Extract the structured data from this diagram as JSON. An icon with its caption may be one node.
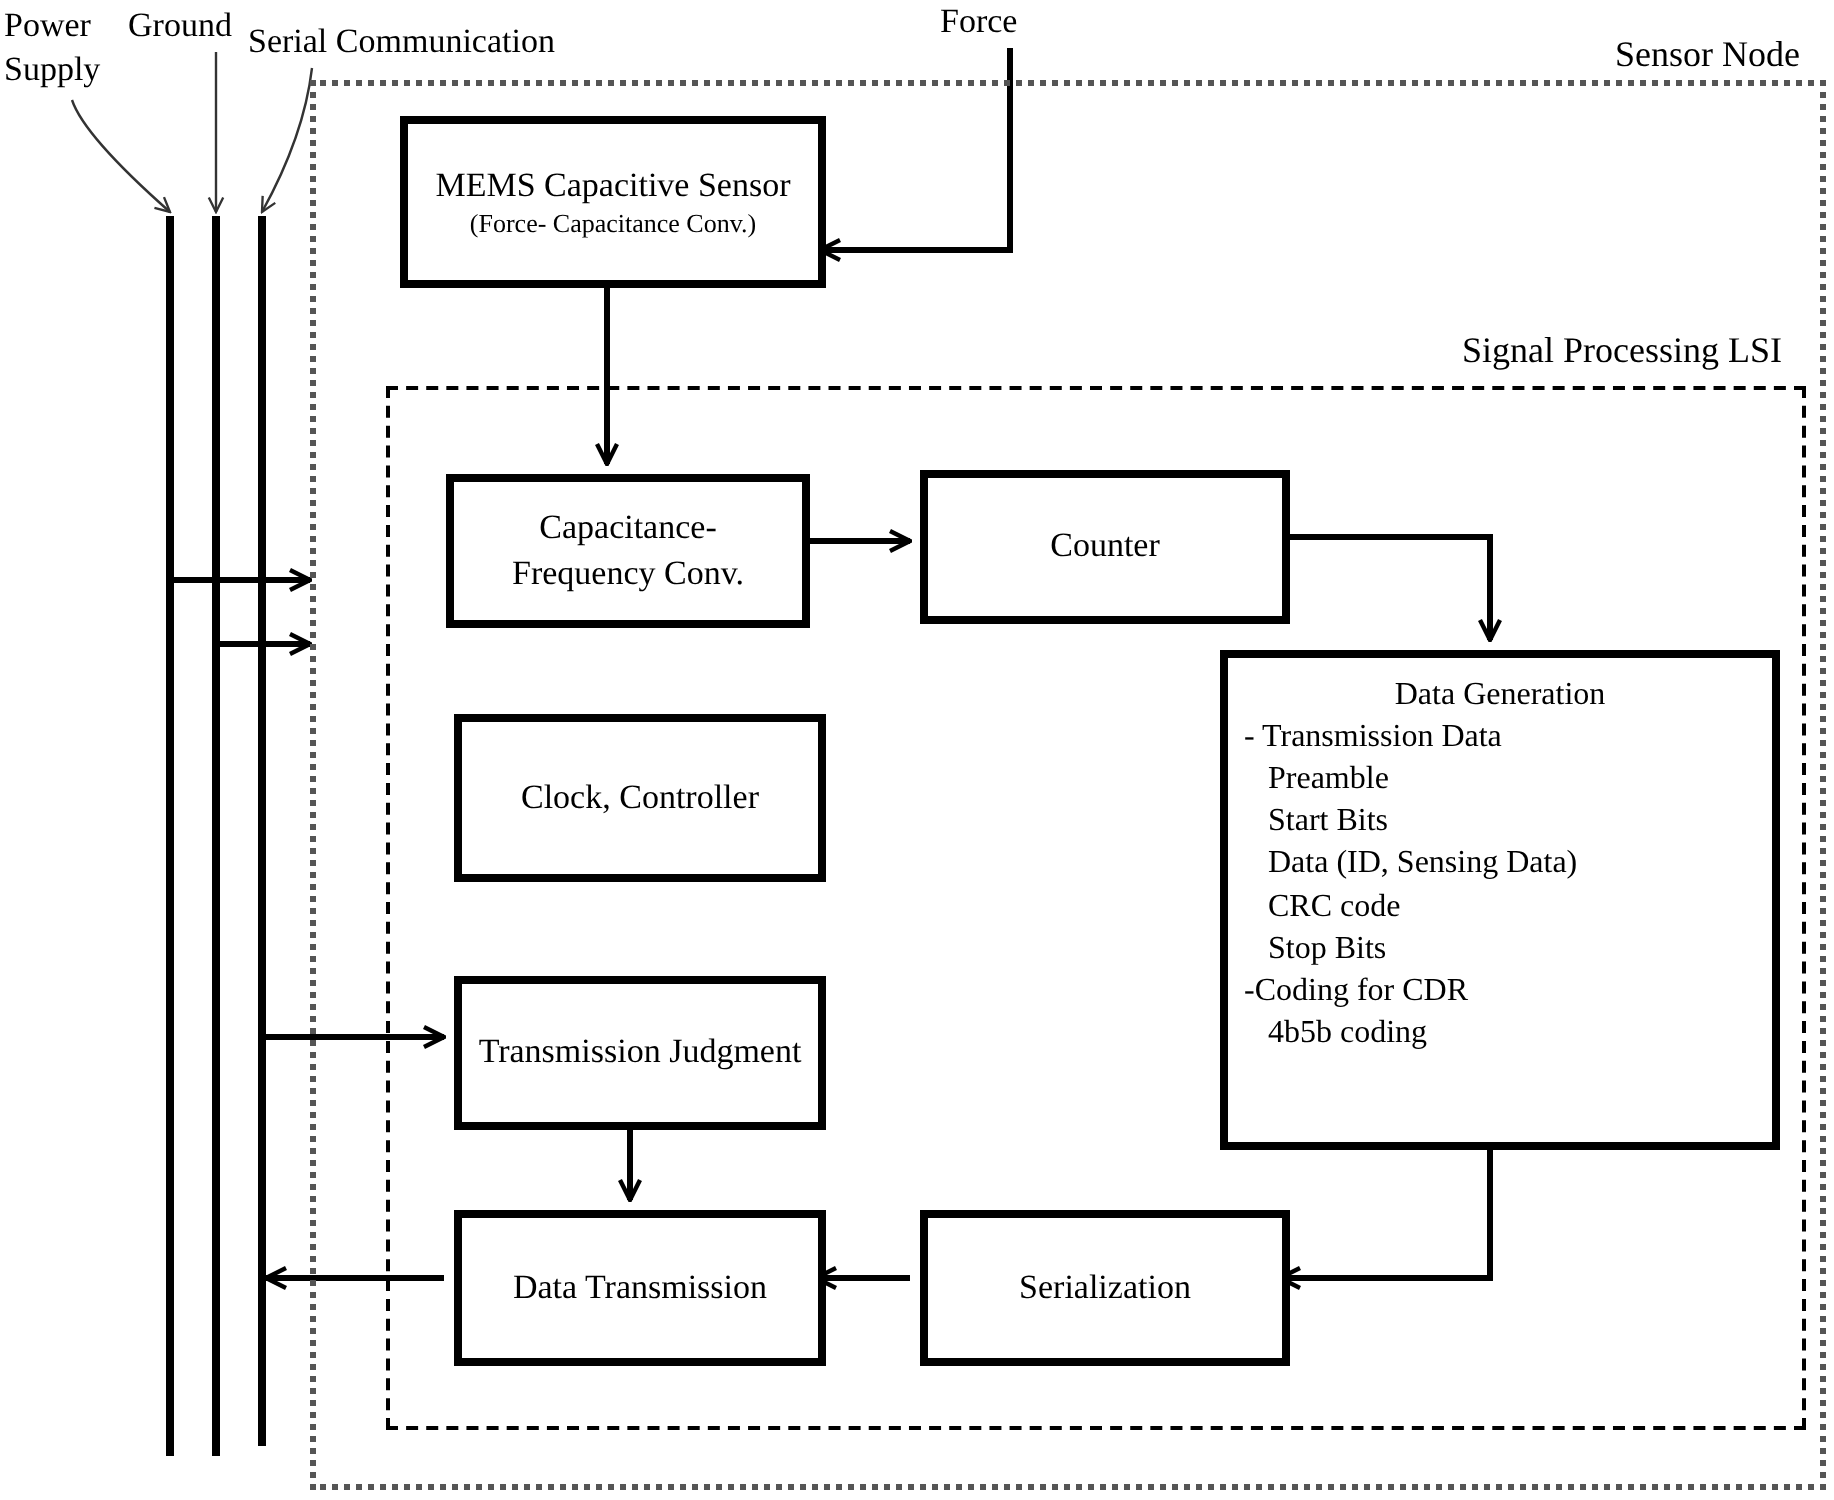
{
  "diagram": {
    "nodes": [
      {
        "text": [
          "Power Supply"
        ]
      },
      {
        "text": [
          "Ground"
        ]
      },
      {
        "text": [
          "Serial Communication"
        ]
      },
      {
        "text": [
          "Force"
        ]
      },
      {
        "text": [],
        "shape": "bar"
      },
      {
        "text": [],
        "shape": "bar"
      },
      {
        "text": [],
        "shape": "bar"
      },
      {
        "text": [
          "Sensor Node"
        ]
      },
      {
        "text": [
          "MEMS Capacitive Sensor",
          "(Force- Capacitance Conv.)"
        ],
        "in": 7
      },
      {
        "text": [
          "Signal Processing LSI"
        ],
        "in": 7
      },
      {
        "text": [
          "Capacitance- Frequency Conv."
        ],
        "in": 9
      },
      {
        "text": [
          "Counter"
        ],
        "in": 9
      },
      {
        "text": [
          "Data Generation",
          "- Transmission Data",
          "Preamble",
          "Start Bits",
          "Data (ID, Sensing Data)",
          "CRC code",
          "Stop Bits",
          "-Coding for CDR",
          "4b5b coding"
        ],
        "in": 9
      },
      {
        "text": [
          "Clock, Controller"
        ],
        "in": 9
      },
      {
        "text": [
          "Transmission Judgment"
        ],
        "in": 9
      },
      {
        "text": [
          "Data Transmission"
        ],
        "in": 9
      },
      {
        "text": [
          "Serialization"
        ],
        "in": 9
      }
    ],
    "edges": [
      {
        "from": 0,
        "to": 4,
        "arrow": "to"
      },
      {
        "from": 1,
        "to": 5,
        "arrow": "to"
      },
      {
        "from": 2,
        "to": 6,
        "arrow": "to"
      },
      {
        "from": 3,
        "to": 8,
        "arrow": "to"
      },
      {
        "from": 8,
        "to": 10,
        "arrow": "to"
      },
      {
        "from": 10,
        "to": 11,
        "arrow": "to"
      },
      {
        "from": 11,
        "to": 12,
        "arrow": "to"
      },
      {
        "from": 12,
        "to": 16,
        "arrow": "to"
      },
      {
        "from": 16,
        "to": 15,
        "arrow": "to"
      },
      {
        "from": 14,
        "to": 15,
        "arrow": "to"
      },
      {
        "from": 4,
        "to": 7,
        "arrow": "to"
      },
      {
        "from": 5,
        "to": 7,
        "arrow": "to"
      },
      {
        "from": 6,
        "to": 14,
        "arrow": "to"
      },
      {
        "from": 15,
        "to": 6,
        "arrow": "to"
      }
    ]
  }
}
